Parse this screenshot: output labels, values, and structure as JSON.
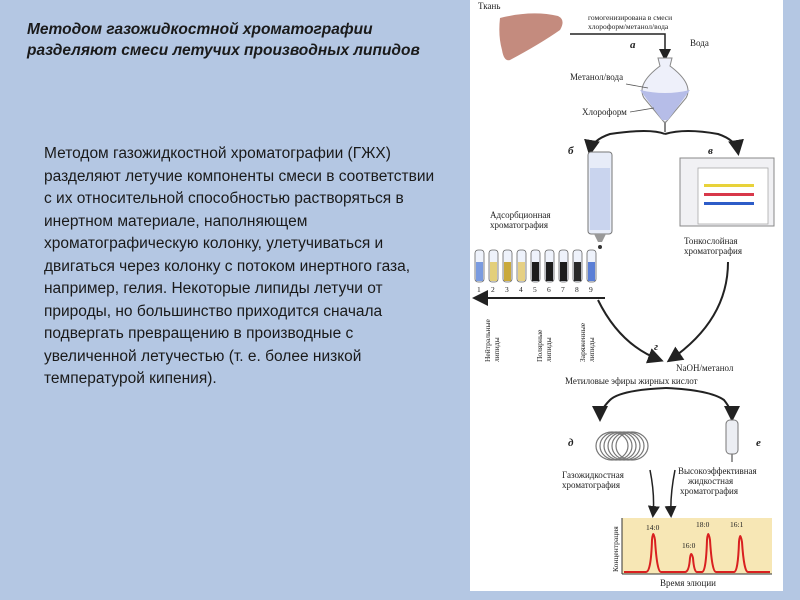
{
  "slide": {
    "title": "Методом газожидкостной хроматографии разделяют смеси летучих производных липидов",
    "body": "Методом газожидкостной хроматографии (ГЖХ) разделяют летучие компоненты смеси в соответствии с их относительной способностью растворяться в инертном материале, наполняющем хроматографическую колонку, улетучиваться и двигаться через колонку с потоком инертного газа, например, гелия. Некоторые липиды летучи от природы, но большинство приходится сначала подвергать превращению в производные с увеличенной летучестью (т. е. более низкой температурой кипения)."
  },
  "diagram": {
    "tissue": "Ткань",
    "homogenized_1": "гомогенизирована в смеси",
    "homogenized_2": "хлороформ/метанол/вода",
    "step_a": "а",
    "water": "Вода",
    "methanol_water": "Метанол/вода",
    "chloroform": "Хлороформ",
    "step_b": "б",
    "step_v": "в",
    "adsorption_1": "Адсорбционная",
    "adsorption_2": "хроматография",
    "tlc_1": "Тонкослойная",
    "tlc_2": "хроматография",
    "fractions": [
      "1",
      "2",
      "3",
      "4",
      "5",
      "6",
      "7",
      "8",
      "9"
    ],
    "neutral_1": "Нейтральные",
    "neutral_2": "липиды",
    "polar_1": "Полярные",
    "polar_2": "липиды",
    "charged_1": "Заряженные",
    "charged_2": "липиды",
    "step_g": "г",
    "naoh": "NaOH/метанол",
    "methyl_esters": "Метиловые эфиры жирных кислот",
    "step_d": "д",
    "step_e": "е",
    "gc_1": "Газожидкостная",
    "gc_2": "хроматография",
    "hplc_1": "Высокоэффективная",
    "hplc_2": "жидкостная",
    "hplc_3": "хроматография",
    "peaks": [
      "14:0",
      "16:0",
      "18:0",
      "16:1"
    ],
    "y_axis": "Концентрация",
    "x_axis": "Время элюции"
  },
  "colors": {
    "background": "#b4c7e3",
    "liver": "#c48b7e",
    "tlc_yellow": "#e8d23a",
    "tlc_red": "#d8384a",
    "tlc_blue": "#2d5cc8",
    "chromatogram_bg": "#f7e7b5",
    "chromatogram_peaks": "#d92020"
  }
}
